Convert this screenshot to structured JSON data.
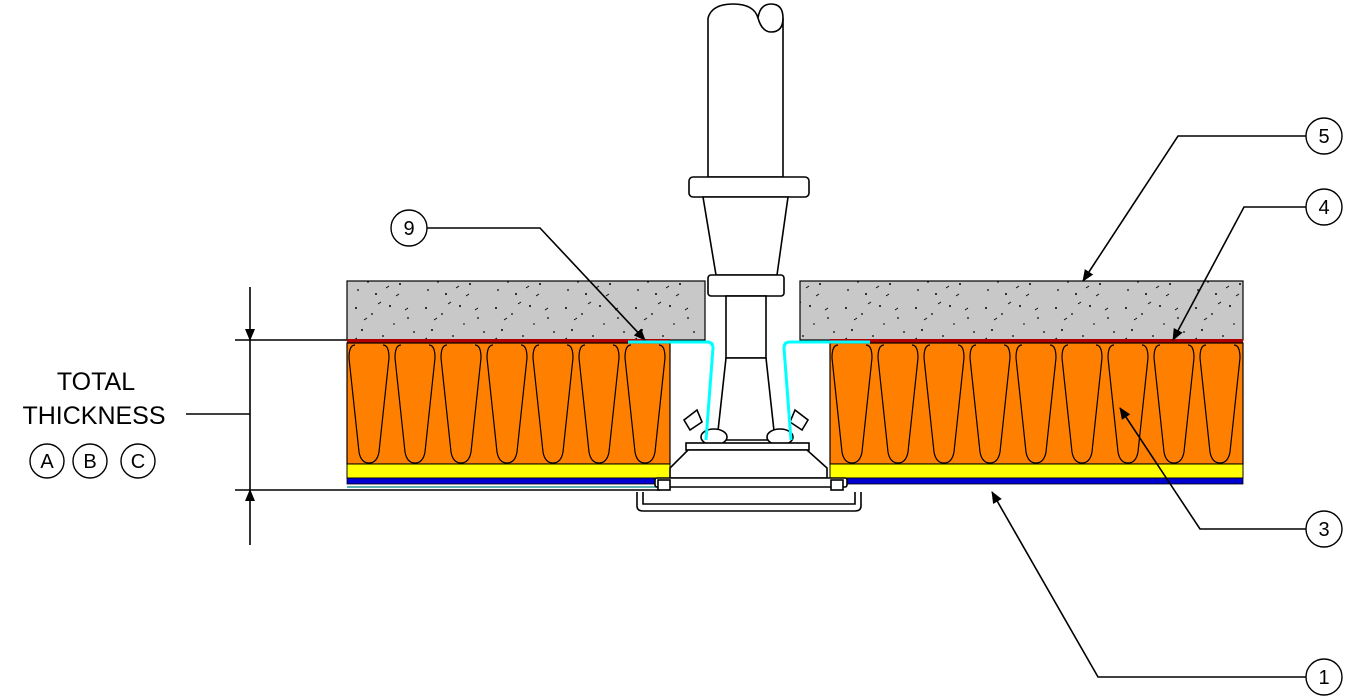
{
  "dimension": {
    "line1": "TOTAL",
    "line2": "THICKNESS",
    "refs": [
      "A",
      "B",
      "C"
    ]
  },
  "callouts": {
    "c9": "9",
    "c5": "5",
    "c4": "4",
    "c3": "3",
    "c1": "1"
  },
  "colors": {
    "concrete": "#c8c8c8",
    "insulation": "#ff8000",
    "membrane": "#b00000",
    "yellow_layer": "#ffff00",
    "blue_layer": "#0000d0",
    "flashing": "#00ffff"
  }
}
